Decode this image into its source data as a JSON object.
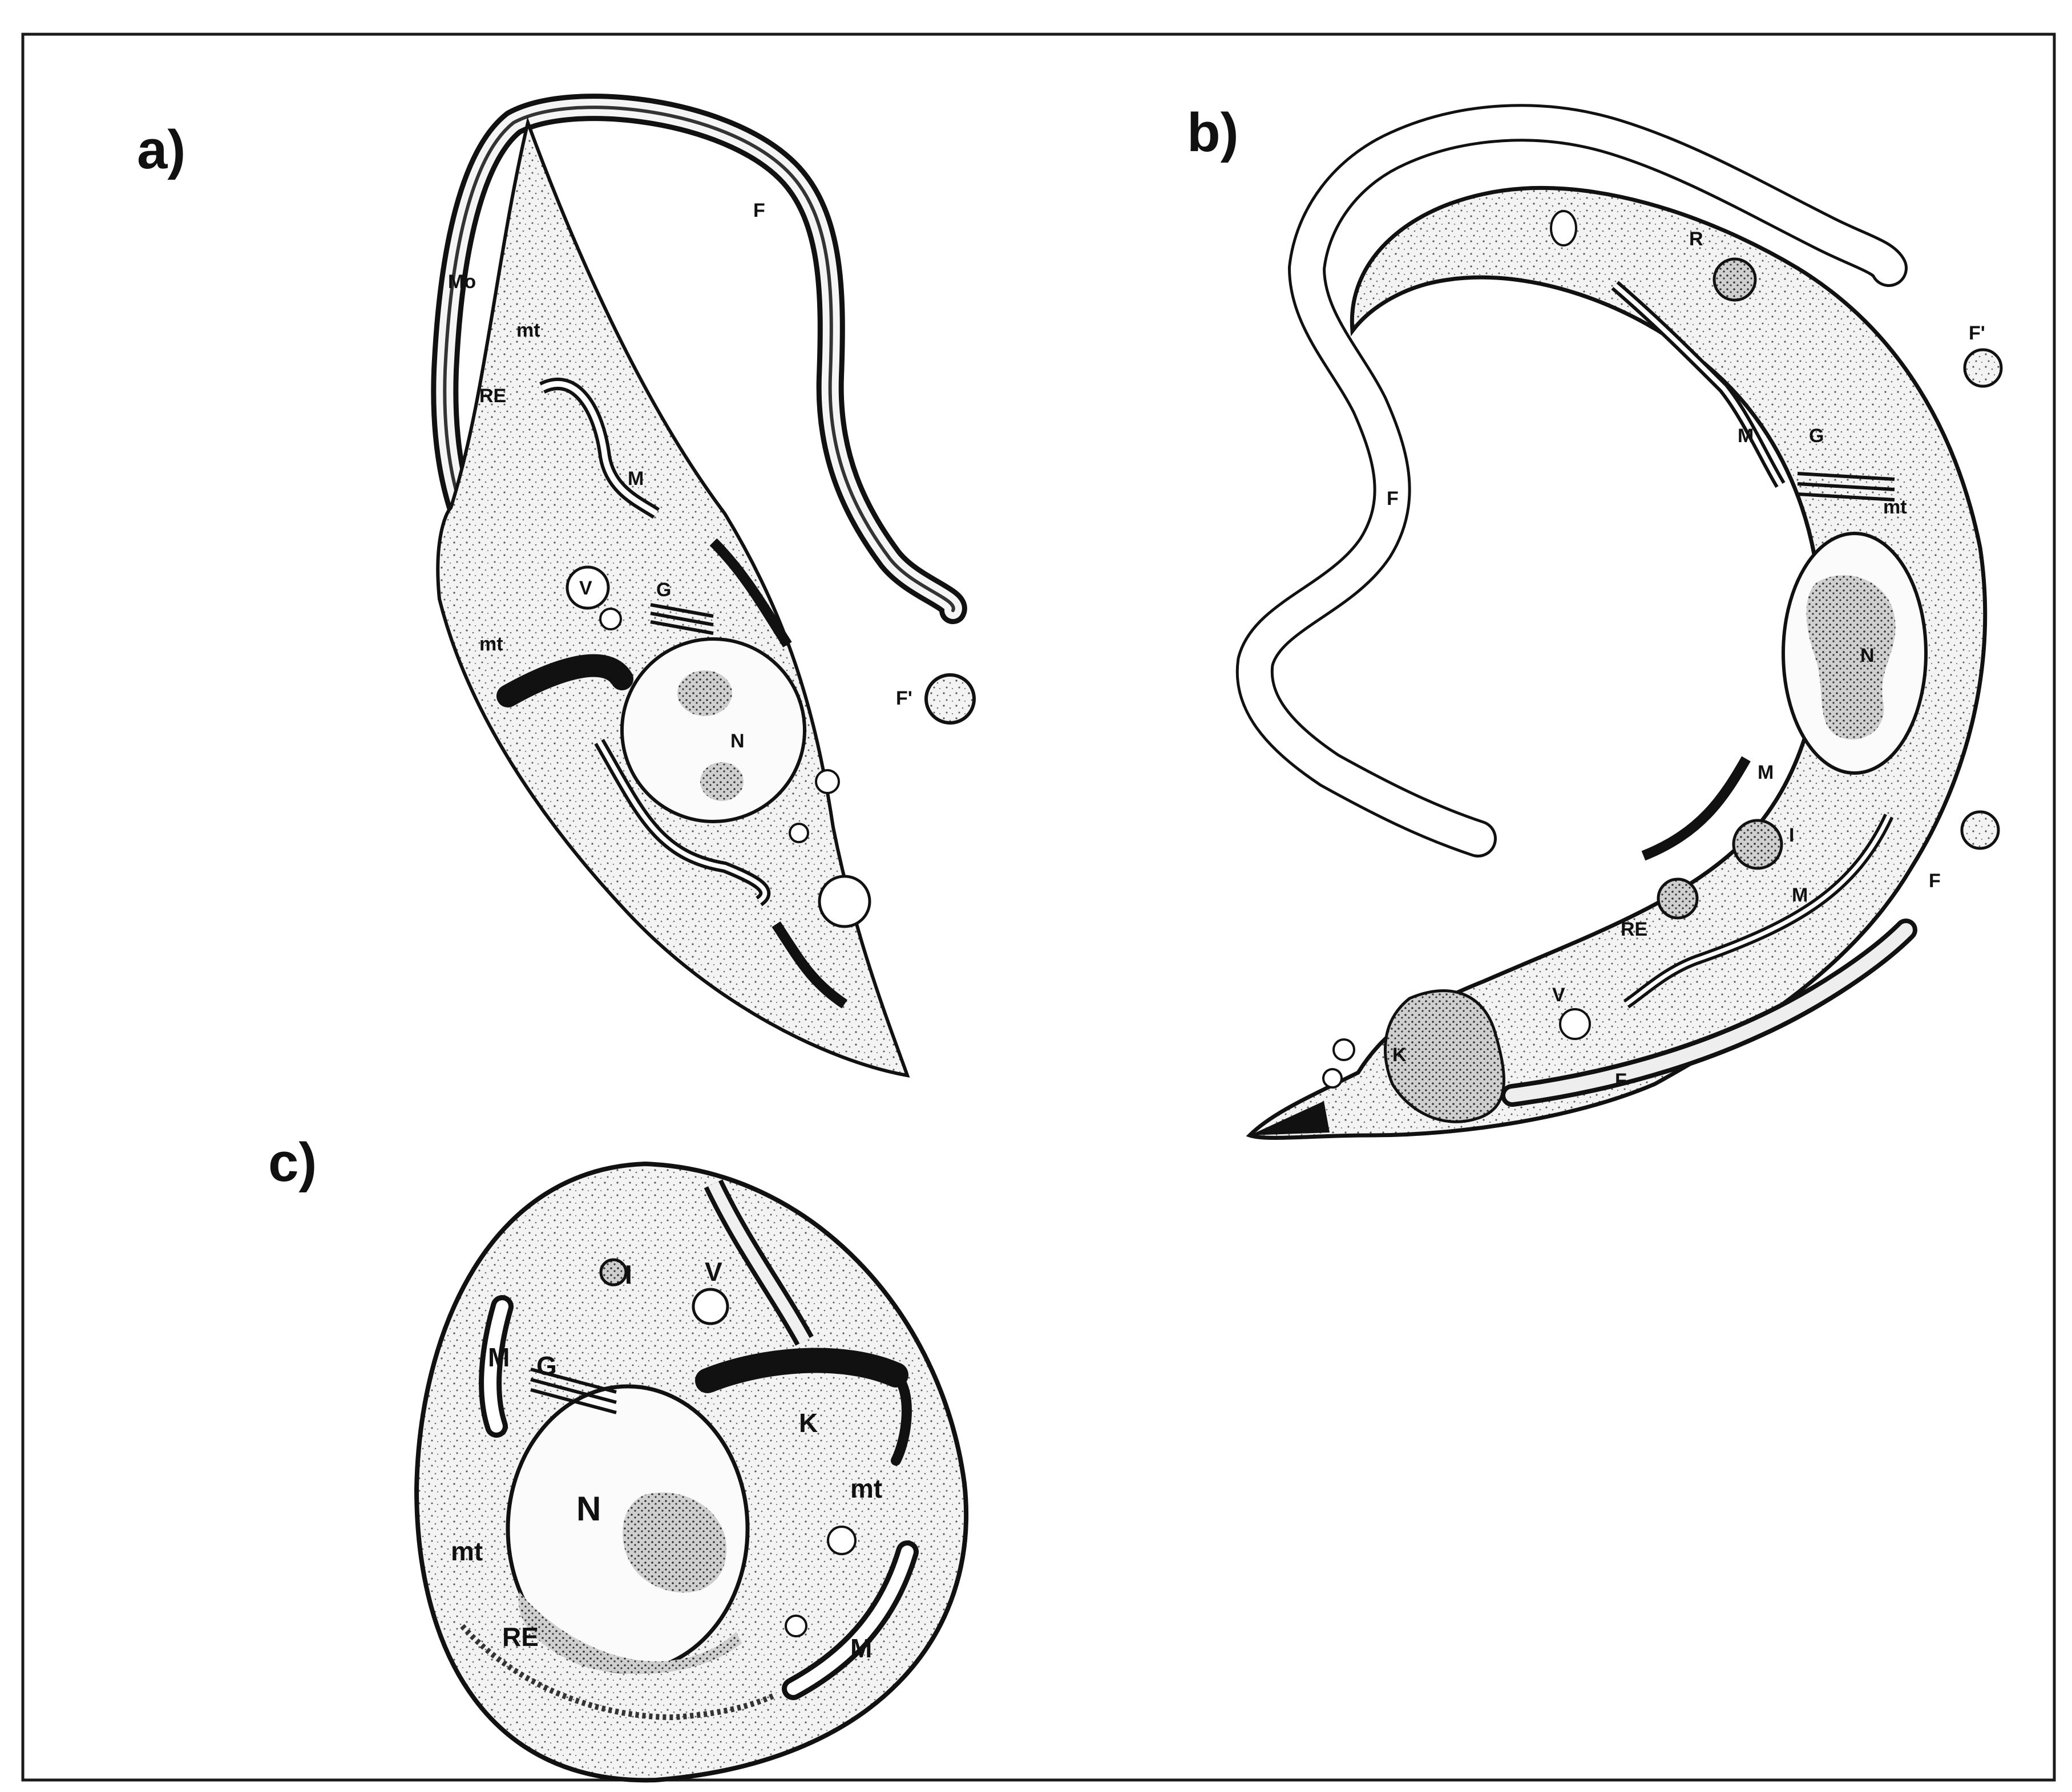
{
  "panels": {
    "a": {
      "letter": "a)",
      "labels": {
        "F": "F",
        "Mo": "Mo",
        "mt_top": "mt",
        "RE": "RE",
        "M": "M",
        "V": "V",
        "G": "G",
        "mt_left": "mt",
        "N": "N",
        "F_prime": "F'"
      }
    },
    "b": {
      "letter": "b)",
      "labels": {
        "R": "R",
        "F_prime": "F'",
        "G": "G",
        "mt": "mt",
        "F_left": "F",
        "N": "N",
        "M_upper": "M",
        "M_mid": "M",
        "I": "I",
        "M_lower": "M",
        "RE": "RE",
        "F_right": "F",
        "V": "V",
        "K": "K",
        "F_bottom": "F"
      }
    },
    "c": {
      "letter": "c)",
      "labels": {
        "I": "I",
        "V": "V",
        "M_left": "M",
        "G": "G",
        "K": "K",
        "N": "N",
        "mt_right": "mt",
        "mt_left": "mt",
        "RE": "RE",
        "M_right": "M"
      }
    }
  },
  "colors": {
    "ink": "#111111",
    "cytoplasm": "#f4f4f4",
    "nucleus": "#fbfbfb",
    "chromatin": "#8a8a8a",
    "frame": "#1a1a1a"
  }
}
